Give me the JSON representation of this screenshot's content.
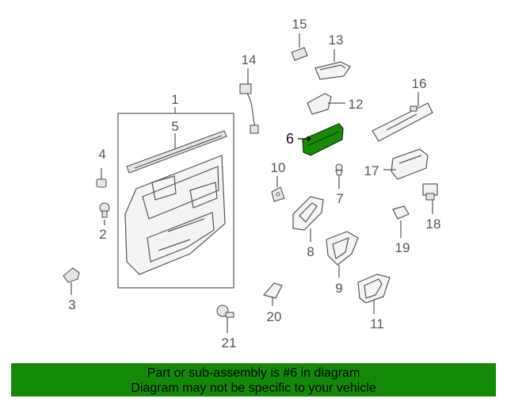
{
  "callouts": {
    "c1": "1",
    "c2": "2",
    "c3": "3",
    "c4": "4",
    "c5": "5",
    "c6": "6",
    "c7": "7",
    "c8": "8",
    "c9": "9",
    "c10": "10",
    "c11": "11",
    "c12": "12",
    "c13": "13",
    "c14": "14",
    "c15": "15",
    "c16": "16",
    "c17": "17",
    "c18": "18",
    "c19": "19",
    "c20": "20",
    "c21": "21"
  },
  "highlight": {
    "color": "#1a8a06"
  },
  "footer": {
    "line1": "Part or sub-assembly is #6 in diagram",
    "line2": "Diagram may not be specific to your vehicle",
    "background": "#138a07"
  }
}
